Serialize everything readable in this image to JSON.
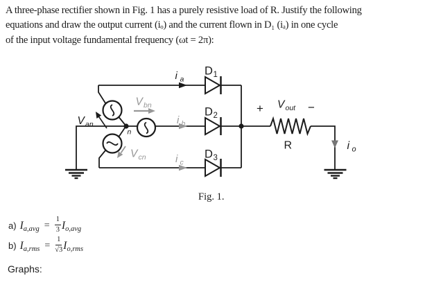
{
  "header": {
    "lines": [
      "A three-phase rectifier shown in Fig. 1 has a purely resistive load of R. Justify the following",
      "equations and draw the output current (iₒ) and the current flown in D₁ (iₐ) in one cycle",
      "of the input voltage fundamental frequency (ωt = 2π):"
    ]
  },
  "circuit": {
    "van": {
      "base": "V",
      "sub": "an"
    },
    "vbn": {
      "base": "V",
      "sub": "bn"
    },
    "vcn": {
      "base": "V",
      "sub": "cn"
    },
    "vout": {
      "base": "V",
      "sub": "out"
    },
    "ia": {
      "base": "i",
      "sub": "a"
    },
    "ib": {
      "base": "i",
      "sub": "b"
    },
    "ic": {
      "base": "i",
      "sub": "c"
    },
    "io": {
      "base": "i",
      "sub": "o"
    },
    "d1": {
      "base": "D",
      "sub": "1"
    },
    "d2": {
      "base": "D",
      "sub": "2"
    },
    "d3": {
      "base": "D",
      "sub": "3"
    },
    "neutral_label": "n",
    "resistor_label": "R",
    "plus_sign": "+",
    "minus_sign": "−",
    "colors": {
      "wire": "#1b1b1b",
      "gray_accent": "#979797",
      "io_arrow_gray": "#767676"
    }
  },
  "figure": {
    "caption": "Fig. 1."
  },
  "equations": [
    {
      "prefix": "a)",
      "lhs_base": "I",
      "lhs_sub": "a,avg",
      "relation": "=",
      "frac_num": "1",
      "frac_den": "3",
      "rhs_base": "I",
      "rhs_sub": "o,avg"
    },
    {
      "prefix": "b)",
      "lhs_base": "I",
      "lhs_sub": "a,rms",
      "relation": "=",
      "frac_num": "1",
      "frac_den": "√3",
      "rhs_base": "I",
      "rhs_sub": "o,rms"
    }
  ],
  "footer": {
    "graphs_label": "Graphs:"
  }
}
